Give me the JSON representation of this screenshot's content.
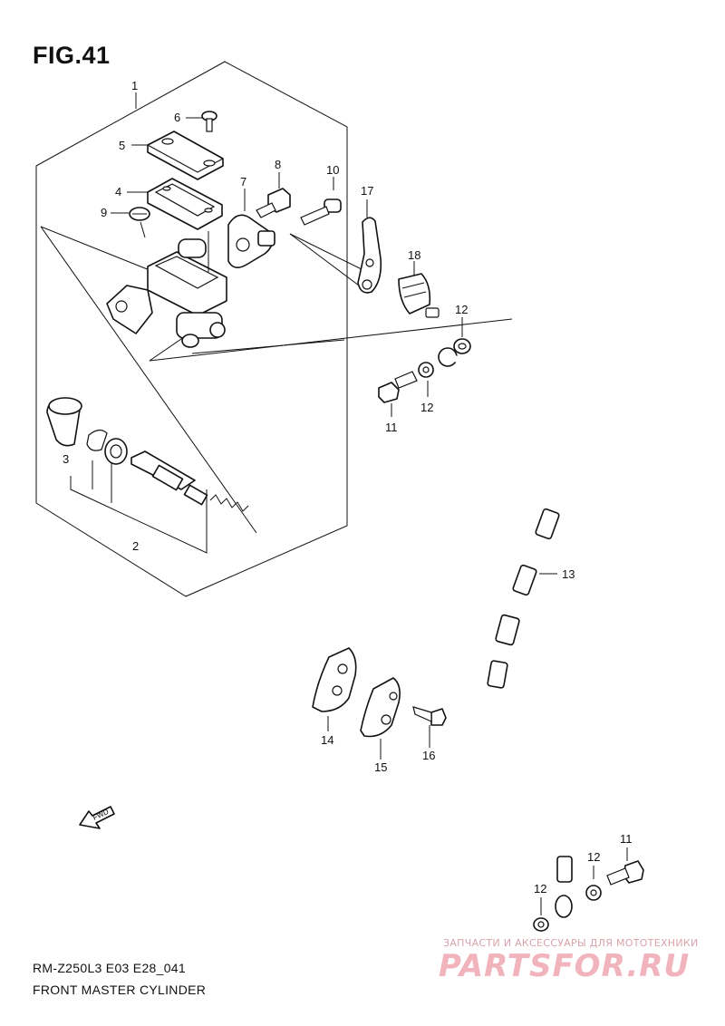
{
  "title": "FIG.41",
  "model_code": "RM-Z250L3 E03 E28_041",
  "diagram_name": "FRONT MASTER CYLINDER",
  "fwd_label": "FWD",
  "watermark": {
    "tagline": "ЗАПЧАСТИ И АКСЕССУАРЫ ДЛЯ МОТОТЕХНИКИ",
    "logo": "PARTSFOR.RU"
  },
  "callouts": {
    "n1": "1",
    "n2": "2",
    "n3": "3",
    "n4": "4",
    "n5": "5",
    "n6": "6",
    "n7": "7",
    "n8": "8",
    "n9": "9",
    "n10": "10",
    "n11a": "11",
    "n11b": "11",
    "n12a": "12",
    "n12b": "12",
    "n12c": "12",
    "n12d": "12",
    "n13": "13",
    "n14": "14",
    "n15": "15",
    "n16": "16",
    "n17": "17",
    "n18": "18"
  }
}
